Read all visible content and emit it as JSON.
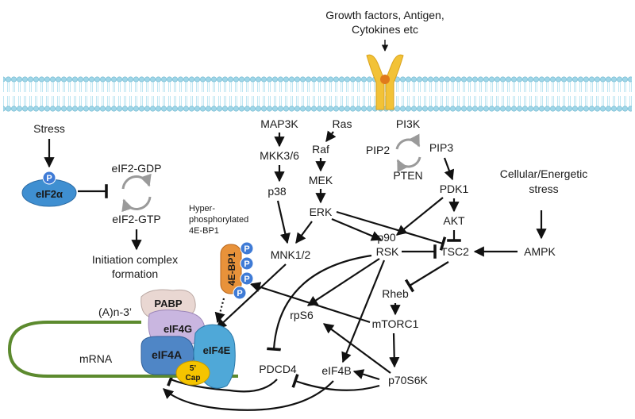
{
  "colors": {
    "membrane_head": "#9fd6e8",
    "membrane_tail": "#bfe6f2",
    "receptor": "#f2c237",
    "receptor_core": "#e07a1c",
    "eif2a": "#3f8fd1",
    "phospho": "#3f7bd6",
    "bp1": "#e8923a",
    "pabp": "#e9d7d2",
    "eif4g": "#c9b6e0",
    "eif4a": "#4f86c6",
    "eif4e": "#4fa8d8",
    "cap": "#f5c400",
    "mrna": "#5c8a2e",
    "cycle": "#9a9a9a"
  },
  "signals": {
    "top_line1": "Growth factors, Antigen,",
    "top_line2": "Cytokines etc"
  },
  "stress_branch": {
    "stress": "Stress",
    "eif2a": "eIF2α",
    "p": "P",
    "eif2_gdp": "eIF2-GDP",
    "eif2_gtp": "eIF2-GTP",
    "initiation_line1": "Initiation complex",
    "initiation_line2": "formation"
  },
  "mapk": {
    "map3k": "MAP3K",
    "mkk36": "MKK3/6",
    "p38": "p38",
    "ras": "Ras",
    "raf": "Raf",
    "mek": "MEK",
    "erk": "ERK",
    "mnk12": "MNK1/2",
    "p90": "p90",
    "rsk": "RSK"
  },
  "pi3k": {
    "pi3k": "PI3K",
    "pip2": "PIP2",
    "pip3": "PIP3",
    "pten": "PTEN",
    "pdk1": "PDK1",
    "akt": "AKT",
    "tsc2": "TSC2",
    "cellular_line1": "Cellular/Energetic",
    "cellular_line2": "stress",
    "ampk": "AMPK",
    "rheb": "Rheb",
    "mtorc1": "mTORC1",
    "p70s6k": "p70S6K",
    "rps6": "rpS6",
    "eif4b": "eIF4B",
    "pdcd4": "PDCD4"
  },
  "bp1": {
    "hyper_line1": "Hyper-",
    "hyper_line2": "phosphorylated",
    "hyper_line3": "4E-BP1",
    "label": "4E-BP1",
    "p": "P"
  },
  "complex": {
    "pabp": "PABP",
    "eif4g": "eIF4G",
    "eif4a": "eIF4A",
    "eif4e": "eIF4E",
    "cap_top": "5’",
    "cap_bottom": "Cap",
    "polya": "(A)n-3’",
    "mrna": "mRNA"
  }
}
